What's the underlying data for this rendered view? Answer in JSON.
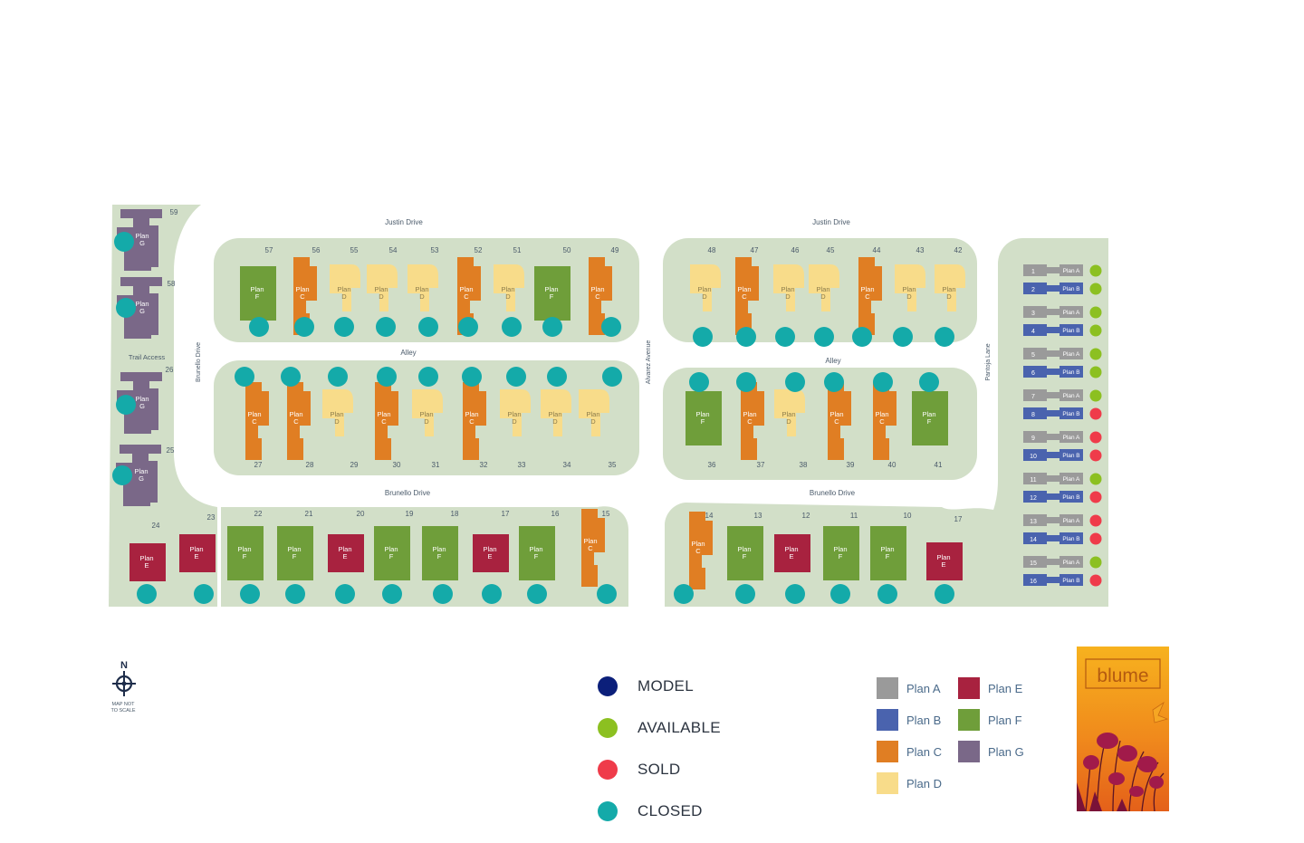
{
  "streets": {
    "justin_west": "Justin Drive",
    "justin_east": "Justin Drive",
    "alley_west": "Alley",
    "alley_east": "Alley",
    "brunello_south_west": "Brunello Drive",
    "brunello_south_east": "Brunello Drive",
    "brunello_vertical": "Brunello Drive",
    "alvarez": "Alvarez Avenue",
    "pantoja": "Pantoja Lane",
    "trail_access": "Trail Access"
  },
  "status_legend": [
    {
      "label": "MODEL",
      "color": "#0b1f7a"
    },
    {
      "label": "AVAILABLE",
      "color": "#8cc021"
    },
    {
      "label": "SOLD",
      "color": "#ef3b4a"
    },
    {
      "label": "CLOSED",
      "color": "#14aaa9"
    }
  ],
  "plan_legend": [
    {
      "key": "A",
      "label": "Plan A",
      "color": "#9a9a9a"
    },
    {
      "key": "B",
      "label": "Plan B",
      "color": "#4a63ae"
    },
    {
      "key": "C",
      "label": "Plan C",
      "color": "#e07e23"
    },
    {
      "key": "D",
      "label": "Plan D",
      "color": "#f8dc8a"
    },
    {
      "key": "E",
      "label": "Plan E",
      "color": "#a8223f"
    },
    {
      "key": "F",
      "label": "Plan F",
      "color": "#6f9e3a"
    },
    {
      "key": "G",
      "label": "Plan G",
      "color": "#7a6888"
    }
  ],
  "compass": {
    "north": "N",
    "note_line1": "MAP NOT",
    "note_line2": "TO SCALE"
  },
  "brand": {
    "name": "blume"
  },
  "plan_word": "Plan",
  "lots": [
    {
      "num": "59",
      "plan": "G",
      "status": "closed"
    },
    {
      "num": "58",
      "plan": "G",
      "status": "closed"
    },
    {
      "num": "26",
      "plan": "G",
      "status": "closed"
    },
    {
      "num": "25",
      "plan": "G",
      "status": "closed"
    },
    {
      "num": "57",
      "plan": "F",
      "status": "closed"
    },
    {
      "num": "56",
      "plan": "C",
      "status": "closed"
    },
    {
      "num": "55",
      "plan": "D",
      "status": "closed"
    },
    {
      "num": "54",
      "plan": "D",
      "status": "closed"
    },
    {
      "num": "53",
      "plan": "D",
      "status": "closed"
    },
    {
      "num": "52",
      "plan": "C",
      "status": "closed"
    },
    {
      "num": "51",
      "plan": "D",
      "status": "closed"
    },
    {
      "num": "50",
      "plan": "F",
      "status": "closed"
    },
    {
      "num": "49",
      "plan": "C",
      "status": "closed"
    },
    {
      "num": "27",
      "plan": "C",
      "status": "closed"
    },
    {
      "num": "28",
      "plan": "C",
      "status": "closed"
    },
    {
      "num": "29",
      "plan": "D",
      "status": "closed"
    },
    {
      "num": "30",
      "plan": "C",
      "status": "closed"
    },
    {
      "num": "31",
      "plan": "D",
      "status": "closed"
    },
    {
      "num": "32",
      "plan": "C",
      "status": "closed"
    },
    {
      "num": "33",
      "plan": "D",
      "status": "closed"
    },
    {
      "num": "34",
      "plan": "D",
      "status": "closed"
    },
    {
      "num": "35",
      "plan": "D",
      "status": "closed"
    },
    {
      "num": "48",
      "plan": "D",
      "status": "closed"
    },
    {
      "num": "47",
      "plan": "C",
      "status": "closed"
    },
    {
      "num": "46",
      "plan": "D",
      "status": "closed"
    },
    {
      "num": "45",
      "plan": "D",
      "status": "closed"
    },
    {
      "num": "44",
      "plan": "C",
      "status": "closed"
    },
    {
      "num": "43",
      "plan": "D",
      "status": "closed"
    },
    {
      "num": "42",
      "plan": "D",
      "status": "closed"
    },
    {
      "num": "36",
      "plan": "F",
      "status": "closed"
    },
    {
      "num": "37",
      "plan": "C",
      "status": "closed"
    },
    {
      "num": "38",
      "plan": "D",
      "status": "closed"
    },
    {
      "num": "39",
      "plan": "C",
      "status": "closed"
    },
    {
      "num": "40",
      "plan": "C",
      "status": "closed"
    },
    {
      "num": "41",
      "plan": "F",
      "status": "closed"
    },
    {
      "num": "24",
      "plan": "E",
      "status": "closed"
    },
    {
      "num": "23",
      "plan": "E",
      "status": "closed"
    },
    {
      "num": "22",
      "plan": "F",
      "status": "closed"
    },
    {
      "num": "21",
      "plan": "F",
      "status": "closed"
    },
    {
      "num": "20",
      "plan": "E",
      "status": "closed"
    },
    {
      "num": "19",
      "plan": "F",
      "status": "closed"
    },
    {
      "num": "18",
      "plan": "F",
      "status": "closed"
    },
    {
      "num": "17",
      "plan": "E",
      "status": "closed"
    },
    {
      "num": "16",
      "plan": "F",
      "status": "closed"
    },
    {
      "num": "15",
      "plan": "C",
      "status": "closed"
    },
    {
      "num": "14",
      "plan": "C",
      "status": "closed"
    },
    {
      "num": "13",
      "plan": "F",
      "status": "closed"
    },
    {
      "num": "12",
      "plan": "E",
      "status": "closed"
    },
    {
      "num": "11",
      "plan": "F",
      "status": "closed"
    },
    {
      "num": "10",
      "plan": "F",
      "status": "closed"
    },
    {
      "num": "17",
      "plan": "E",
      "status": "closed"
    }
  ],
  "townhomes": [
    {
      "num": "1",
      "plan": "A",
      "status": "available"
    },
    {
      "num": "2",
      "plan": "B",
      "status": "available"
    },
    {
      "num": "3",
      "plan": "A",
      "status": "available"
    },
    {
      "num": "4",
      "plan": "B",
      "status": "available"
    },
    {
      "num": "5",
      "plan": "A",
      "status": "available"
    },
    {
      "num": "6",
      "plan": "B",
      "status": "available"
    },
    {
      "num": "7",
      "plan": "A",
      "status": "available"
    },
    {
      "num": "8",
      "plan": "B",
      "status": "sold"
    },
    {
      "num": "9",
      "plan": "A",
      "status": "sold"
    },
    {
      "num": "10",
      "plan": "B",
      "status": "sold"
    },
    {
      "num": "11",
      "plan": "A",
      "status": "available"
    },
    {
      "num": "12",
      "plan": "B",
      "status": "sold"
    },
    {
      "num": "13",
      "plan": "A",
      "status": "sold"
    },
    {
      "num": "14",
      "plan": "B",
      "status": "sold"
    },
    {
      "num": "15",
      "plan": "A",
      "status": "available"
    },
    {
      "num": "16",
      "plan": "B",
      "status": "sold"
    }
  ]
}
